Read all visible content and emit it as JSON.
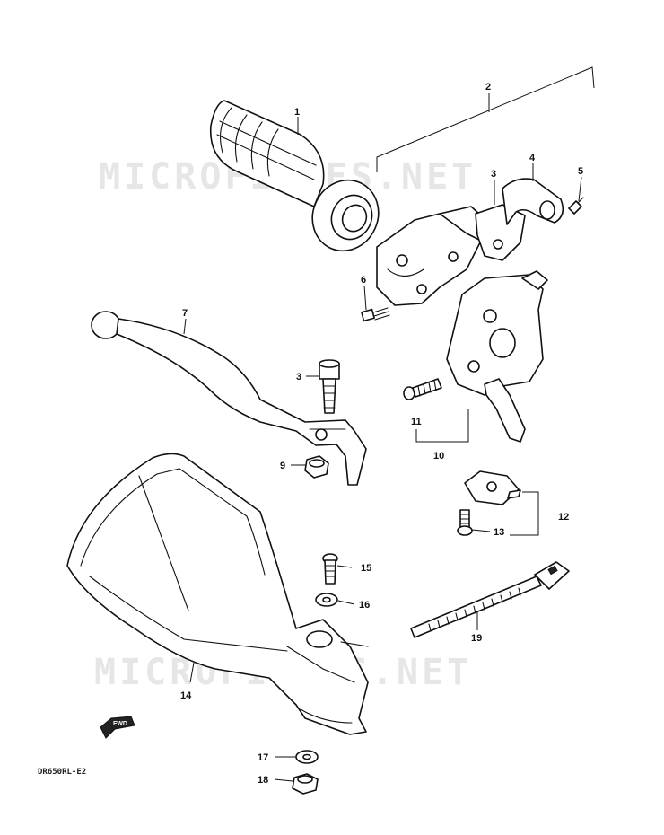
{
  "watermark": "MICROFICHES.NET",
  "diagram_code": "DR650RL-E2",
  "fwd_label": "FWD",
  "parts": [
    {
      "key": "p1",
      "label": "1"
    },
    {
      "key": "p2",
      "label": "2"
    },
    {
      "key": "p3a",
      "label": "3"
    },
    {
      "key": "p4",
      "label": "4"
    },
    {
      "key": "p5",
      "label": "5"
    },
    {
      "key": "p6",
      "label": "6"
    },
    {
      "key": "p7",
      "label": "7"
    },
    {
      "key": "p3b",
      "label": "3"
    },
    {
      "key": "p9",
      "label": "9"
    },
    {
      "key": "p11",
      "label": "11"
    },
    {
      "key": "p10",
      "label": "10"
    },
    {
      "key": "p12",
      "label": "12"
    },
    {
      "key": "p13",
      "label": "13"
    },
    {
      "key": "p15",
      "label": "15"
    },
    {
      "key": "p16",
      "label": "16"
    },
    {
      "key": "p14",
      "label": "14"
    },
    {
      "key": "p19",
      "label": "19"
    },
    {
      "key": "p17",
      "label": "17"
    },
    {
      "key": "p18",
      "label": "18"
    }
  ]
}
